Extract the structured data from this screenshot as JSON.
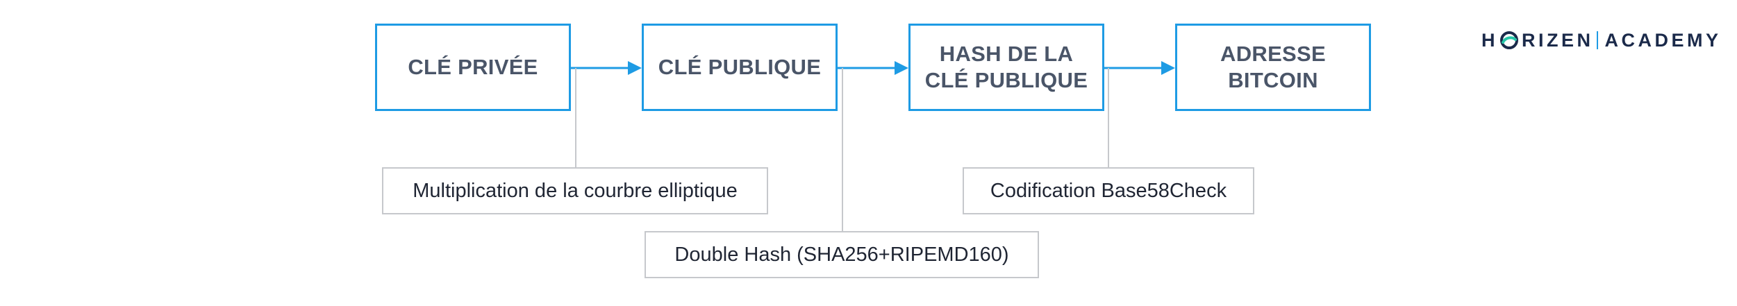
{
  "steps": [
    {
      "label": "CLÉ PRIVÉE"
    },
    {
      "label": "CLÉ PUBLIQUE"
    },
    {
      "label": "HASH DE LA\nCLÉ PUBLIQUE"
    },
    {
      "label": "ADRESSE\nBITCOIN"
    }
  ],
  "notes": {
    "elliptic": "Multiplication de la courbre elliptique",
    "double_hash": "Double Hash (SHA256+RIPEMD160)",
    "base58": "Codification Base58Check"
  },
  "logo": {
    "brand_before_o": "H",
    "brand_after_o": "RIZEN",
    "academy": "ACADEMY"
  },
  "colors": {
    "accent": "#1e9be4",
    "step_text": "#4a5568",
    "note_border": "#c6c8cc",
    "note_text": "#1f2533",
    "logo_text": "#1b2a4a",
    "logo_mark": "#26c6a8"
  },
  "icons": {
    "logo_mark": "horizen-o-mark-icon",
    "arrow": "arrow-right-icon"
  }
}
